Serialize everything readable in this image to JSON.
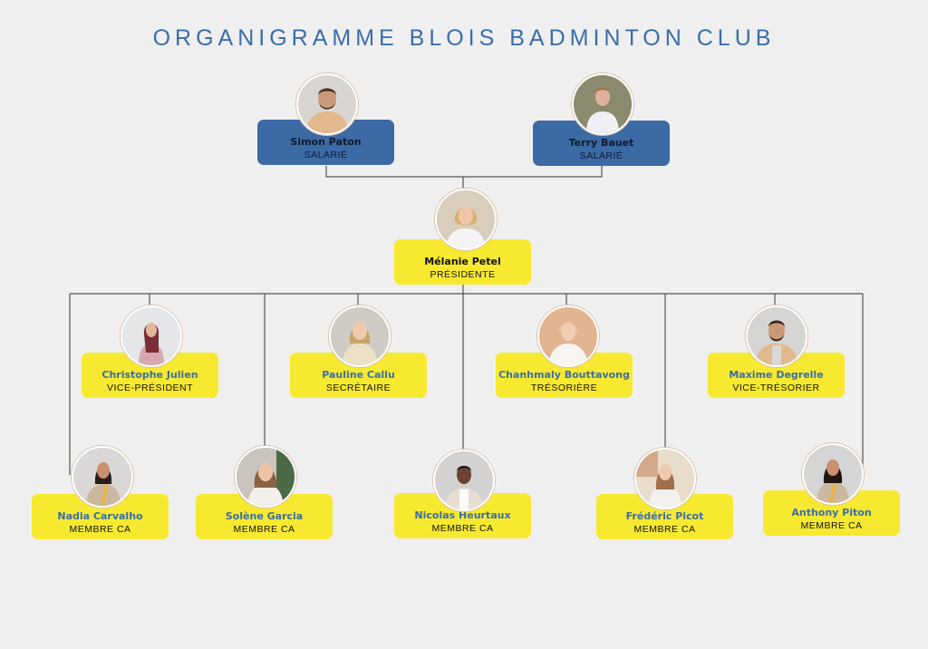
{
  "title": "ORGANIGRAMME BLOIS BADMINTON CLUB",
  "colors": {
    "background": "#efefef",
    "title": "#3a6ea8",
    "employee_card": "#3b6aa5",
    "board_card": "#f7e92f",
    "name_accent": "#3a6ea8",
    "connector": "#555555"
  },
  "employees": [
    {
      "name": "Simon Paton",
      "role": "SALARIÉ",
      "photo": "man-beard-beige-shirt"
    },
    {
      "name": "Terry Bauet",
      "role": "SALARIÉ",
      "photo": "man-white-shirt"
    }
  ],
  "president": {
    "name": "Mélanie Petel",
    "role": "PRÉSIDENTE",
    "photo": "woman-blonde-white-blouse"
  },
  "officers": [
    {
      "name": "Christophe Julien",
      "role": "VICE-PRÉSIDENT",
      "photo": "woman-hijab-pink-jacket"
    },
    {
      "name": "Pauline Callu",
      "role": "SECRÉTAIRE",
      "photo": "woman-blonde-cream-cardigan"
    },
    {
      "name": "Chanhmaly Bouttavong",
      "role": "TRÉSORIÈRE",
      "photo": "woman-blonde-white-top"
    },
    {
      "name": "Maxime Degrelle",
      "role": "VICE-TRÉSORIER",
      "photo": "man-beard-beige-shirt"
    }
  ],
  "members": [
    {
      "name": "Nadia Carvalho",
      "role": "MEMBRE CA",
      "photo": "woman-dark-hair-beige-top"
    },
    {
      "name": "Solène Garcia",
      "role": "MEMBRE CA",
      "photo": "woman-brown-hair-white-top"
    },
    {
      "name": "Nicolas Heurtaux",
      "role": "MEMBRE CA",
      "photo": "man-plaid-shirt"
    },
    {
      "name": "Frédéric Picot",
      "role": "MEMBRE CA",
      "photo": "woman-long-hair-white-blouse"
    },
    {
      "name": "Anthony Piton",
      "role": "MEMBRE CA",
      "photo": "woman-dark-hair-beige-top"
    }
  ]
}
